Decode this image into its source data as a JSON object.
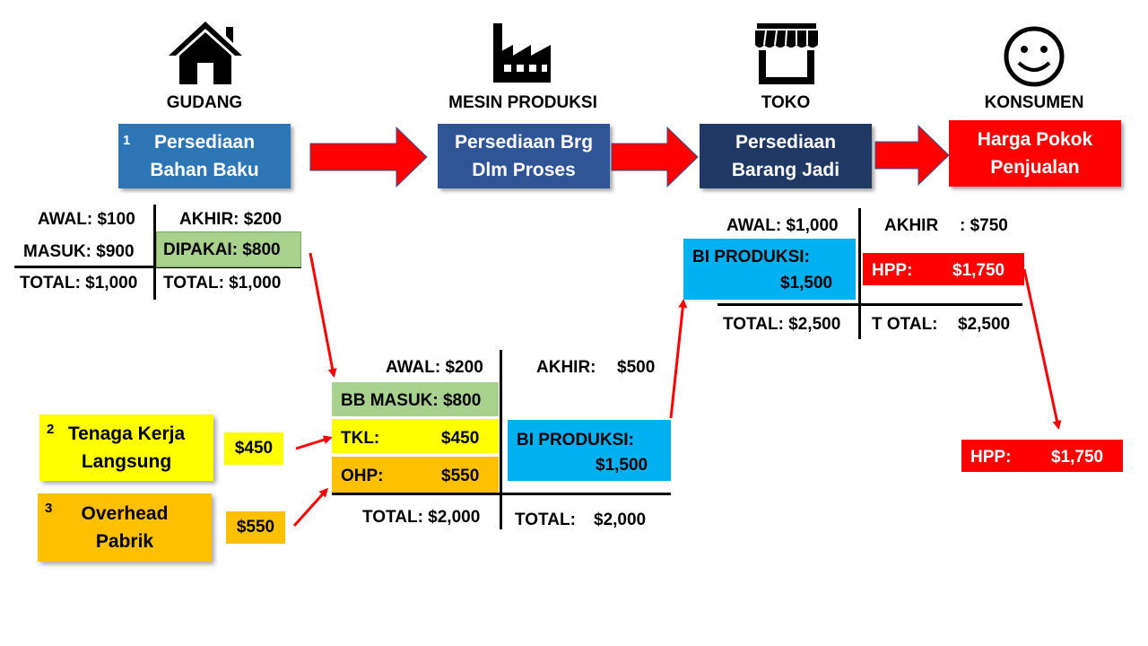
{
  "stages": {
    "gudang": {
      "label": "GUDANG",
      "icon": "house-icon",
      "box": "Persediaan Bahan Baku",
      "number": "1",
      "color": "#2e75b6"
    },
    "mesin": {
      "label": "MESIN PRODUKSI",
      "icon": "factory-icon",
      "box": "Persediaan Brg Dlm Proses",
      "color": "#2f5597"
    },
    "toko": {
      "label": "TOKO",
      "icon": "store-icon",
      "box": "Persediaan Barang Jadi",
      "color": "#1f3864"
    },
    "konsumen": {
      "label": "KONSUMEN",
      "icon": "smiley-icon",
      "box": "Harga Pokok Penjualan",
      "color": "#ff0000"
    }
  },
  "bahan_baku": {
    "awal": "AWAL: $100",
    "masuk": "MASUK: $900",
    "total_left": "TOTAL: $1,000",
    "akhir": "AKHIR: $200",
    "dipakai": "DIPAKAI: $800",
    "total_right": "TOTAL: $1,000"
  },
  "dalam_proses": {
    "awal": "AWAL: $200",
    "bb_masuk": "BB MASUK: $800",
    "tkl_label": "TKL:",
    "tkl_value": "$450",
    "ohp_label": "OHP:",
    "ohp_value": "$550",
    "total_left": "TOTAL: $2,000",
    "akhir_label": "AKHIR:",
    "akhir_value": "$500",
    "bi_produksi_label": "BI PRODUKSI:",
    "bi_produksi_value": "$1,500",
    "total_right_label": "TOTAL:",
    "total_right_value": "$2,000"
  },
  "barang_jadi": {
    "awal": "AWAL: $1,000",
    "bi_produksi_label": "BI PRODUKSI:",
    "bi_produksi_value": "$1,500",
    "total_left": "TOTAL: $2,500",
    "akhir_label": "AKHIR",
    "akhir_value": ": $750",
    "hpp_label": "HPP:",
    "hpp_value": "$1,750",
    "total_right_label": "T OTAL:",
    "total_right_value": "$2,500"
  },
  "tenaga_kerja": {
    "number": "2",
    "label": "Tenaga Kerja Langsung",
    "amount": "$450"
  },
  "overhead": {
    "number": "3",
    "label": "Overhead Pabrik",
    "amount": "$550"
  },
  "hpp_final": {
    "label": "HPP:",
    "value": "$1,750"
  },
  "colors": {
    "green": "#a9d18e",
    "yellow": "#ffff00",
    "orange": "#ffc000",
    "cyan": "#00b0f0",
    "red": "#ff0000",
    "arrow": "#ff0000"
  }
}
